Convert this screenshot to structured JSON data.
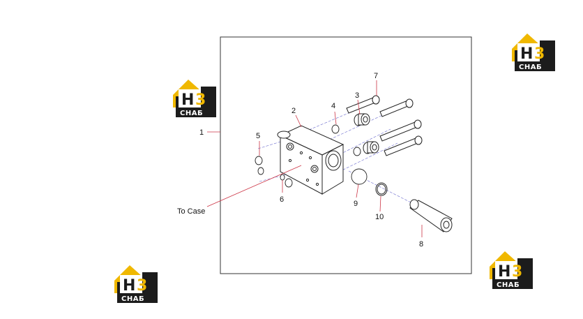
{
  "diagram": {
    "callouts": {
      "c1": "1",
      "c2": "2",
      "c3": "3",
      "c4": "4",
      "c5": "5",
      "c6": "6",
      "c7": "7",
      "c8": "8",
      "c9": "9",
      "c10": "10"
    },
    "to_case_label": "To Case"
  },
  "watermark": {
    "brand_letters": "H3",
    "brand_word": "СНАБ",
    "colors": {
      "yellow": "#f0b800",
      "dark": "#1c1c1c",
      "white": "#ffffff"
    }
  },
  "colors": {
    "line": "#333333",
    "leader_red": "#cc3344",
    "centerline": "#6666cc"
  }
}
